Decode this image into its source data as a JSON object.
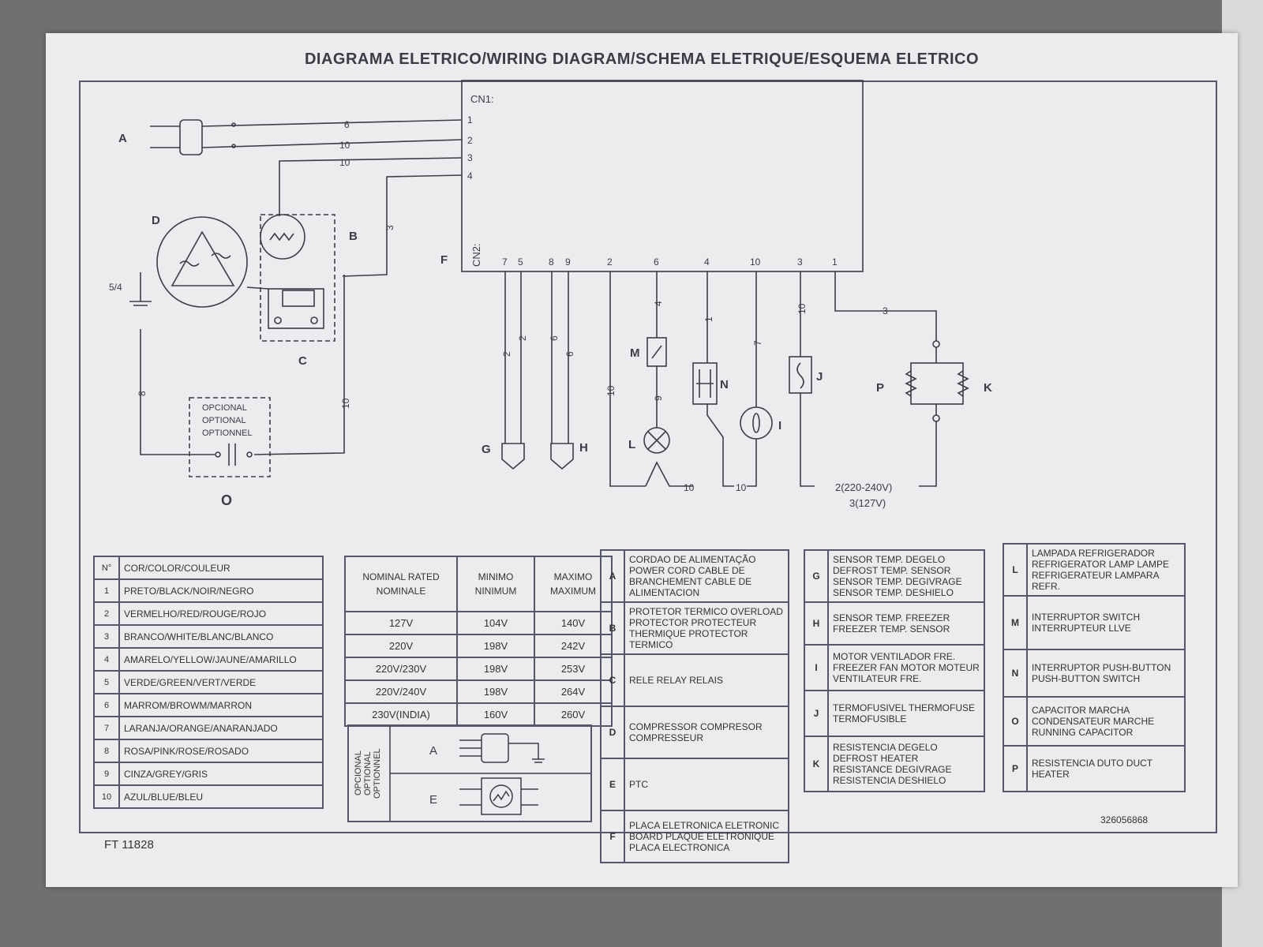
{
  "title": "DIAGRAMA ELETRICO/WIRING DIAGRAM/SCHEMA ELETRIQUE/ESQUEMA ELETRICO",
  "footer": {
    "code": "FT 11828",
    "part_number": "326056868"
  },
  "schematic": {
    "cn1_label": "CN1:",
    "cn2_label": "CN2:",
    "cn1_pins": [
      "1",
      "2",
      "3",
      "4"
    ],
    "cn2_pins": [
      "7",
      "5",
      "8",
      "9",
      "2",
      "6",
      "4",
      "10",
      "3",
      "1"
    ],
    "wire_numbers": {
      "a": "6",
      "b": "10",
      "c": "10",
      "d": "3",
      "e": "2",
      "f": "2",
      "g": "6",
      "h": "6",
      "i": "10",
      "j": "4",
      "k": "9",
      "l": "1",
      "m": "7",
      "n": "10",
      "o": "3",
      "p": "10",
      "q": "10",
      "r": "10",
      "s": "8"
    },
    "ground_label": "5/4",
    "voltage_note_1": "2(220-240V)",
    "voltage_note_2": "3(127V)",
    "optional_text": [
      "OPCIONAL",
      "OPTIONAL",
      "OPTIONNEL"
    ],
    "component_letters": {
      "A": "A",
      "B": "B",
      "C": "C",
      "D": "D",
      "F": "F",
      "G": "G",
      "H": "H",
      "I": "I",
      "J": "J",
      "K": "K",
      "L": "L",
      "M": "M",
      "N": "N",
      "O": "O",
      "P": "P"
    }
  },
  "color_table": {
    "header": [
      "N°",
      "COR/COLOR/COULEUR"
    ],
    "rows": [
      [
        "1",
        "PRETO/BLACK/NOIR/NEGRO"
      ],
      [
        "2",
        "VERMELHO/RED/ROUGE/ROJO"
      ],
      [
        "3",
        "BRANCO/WHITE/BLANC/BLANCO"
      ],
      [
        "4",
        "AMARELO/YELLOW/JAUNE/AMARILLO"
      ],
      [
        "5",
        "VERDE/GREEN/VERT/VERDE"
      ],
      [
        "6",
        "MARROM/BROWM/MARRON"
      ],
      [
        "7",
        "LARANJA/ORANGE/ANARANJADO"
      ],
      [
        "8",
        "ROSA/PINK/ROSE/ROSADO"
      ],
      [
        "9",
        "CINZA/GREY/GRIS"
      ],
      [
        "10",
        "AZUL/BLUE/BLEU"
      ]
    ]
  },
  "voltage_table": {
    "header": [
      "NOMINAL RATED NOMINALE",
      "MINIMO NINIMUM",
      "MAXIMO MAXIMUM"
    ],
    "rows": [
      [
        "127V",
        "104V",
        "140V"
      ],
      [
        "220V",
        "198V",
        "242V"
      ],
      [
        "220V/230V",
        "198V",
        "253V"
      ],
      [
        "220V/240V",
        "198V",
        "264V"
      ],
      [
        "230V(INDIA)",
        "160V",
        "260V"
      ]
    ]
  },
  "optional_panel": {
    "label": "OPCIONAL OPTIONAL OPTIONNEL",
    "items": [
      "A",
      "E"
    ]
  },
  "legend_1": [
    {
      "key": "A",
      "desc": "CORDAO DE ALIMENTAÇÃO POWER CORD CABLE DE BRANCHEMENT CABLE DE ALIMENTACION"
    },
    {
      "key": "B",
      "desc": "PROTETOR TERMICO OVERLOAD PROTECTOR PROTECTEUR THERMIQUE PROTECTOR TERMICO"
    },
    {
      "key": "C",
      "desc": "RELE RELAY RELAIS"
    },
    {
      "key": "D",
      "desc": "COMPRESSOR COMPRESOR COMPRESSEUR"
    },
    {
      "key": "E",
      "desc": "PTC"
    },
    {
      "key": "F",
      "desc": "PLACA ELETRONICA ELETRONIC BOARD PLAQUE ELETRONIQUE PLACA ELECTRONICA"
    }
  ],
  "legend_2": [
    {
      "key": "G",
      "desc": "SENSOR TEMP. DEGELO DEFROST TEMP. SENSOR SENSOR TEMP. DEGIVRAGE SENSOR TEMP. DESHIELO"
    },
    {
      "key": "H",
      "desc": "SENSOR TEMP. FREEZER FREEZER TEMP. SENSOR"
    },
    {
      "key": "I",
      "desc": "MOTOR VENTILADOR FRE. FREEZER FAN MOTOR MOTEUR VENTILATEUR FRE."
    },
    {
      "key": "J",
      "desc": "TERMOFUSIVEL THERMOFUSE TERMOFUSIBLE"
    },
    {
      "key": "K",
      "desc": "RESISTENCIA DEGELO DEFROST HEATER RESISTANCE DEGIVRAGE RESISTENCIA DESHIELO"
    }
  ],
  "legend_3": [
    {
      "key": "L",
      "desc": "LAMPADA REFRIGERADOR REFRIGERATOR LAMP LAMPE REFRIGERATEUR LAMPARA REFR."
    },
    {
      "key": "M",
      "desc": "INTERRUPTOR SWITCH INTERRUPTEUR LLVE"
    },
    {
      "key": "N",
      "desc": "INTERRUPTOR PUSH-BUTTON PUSH-BUTTON SWITCH"
    },
    {
      "key": "O",
      "desc": "CAPACITOR MARCHA CONDENSATEUR MARCHE RUNNING CAPACITOR"
    },
    {
      "key": "P",
      "desc": "RESISTENCIA DUTO DUCT HEATER"
    }
  ]
}
